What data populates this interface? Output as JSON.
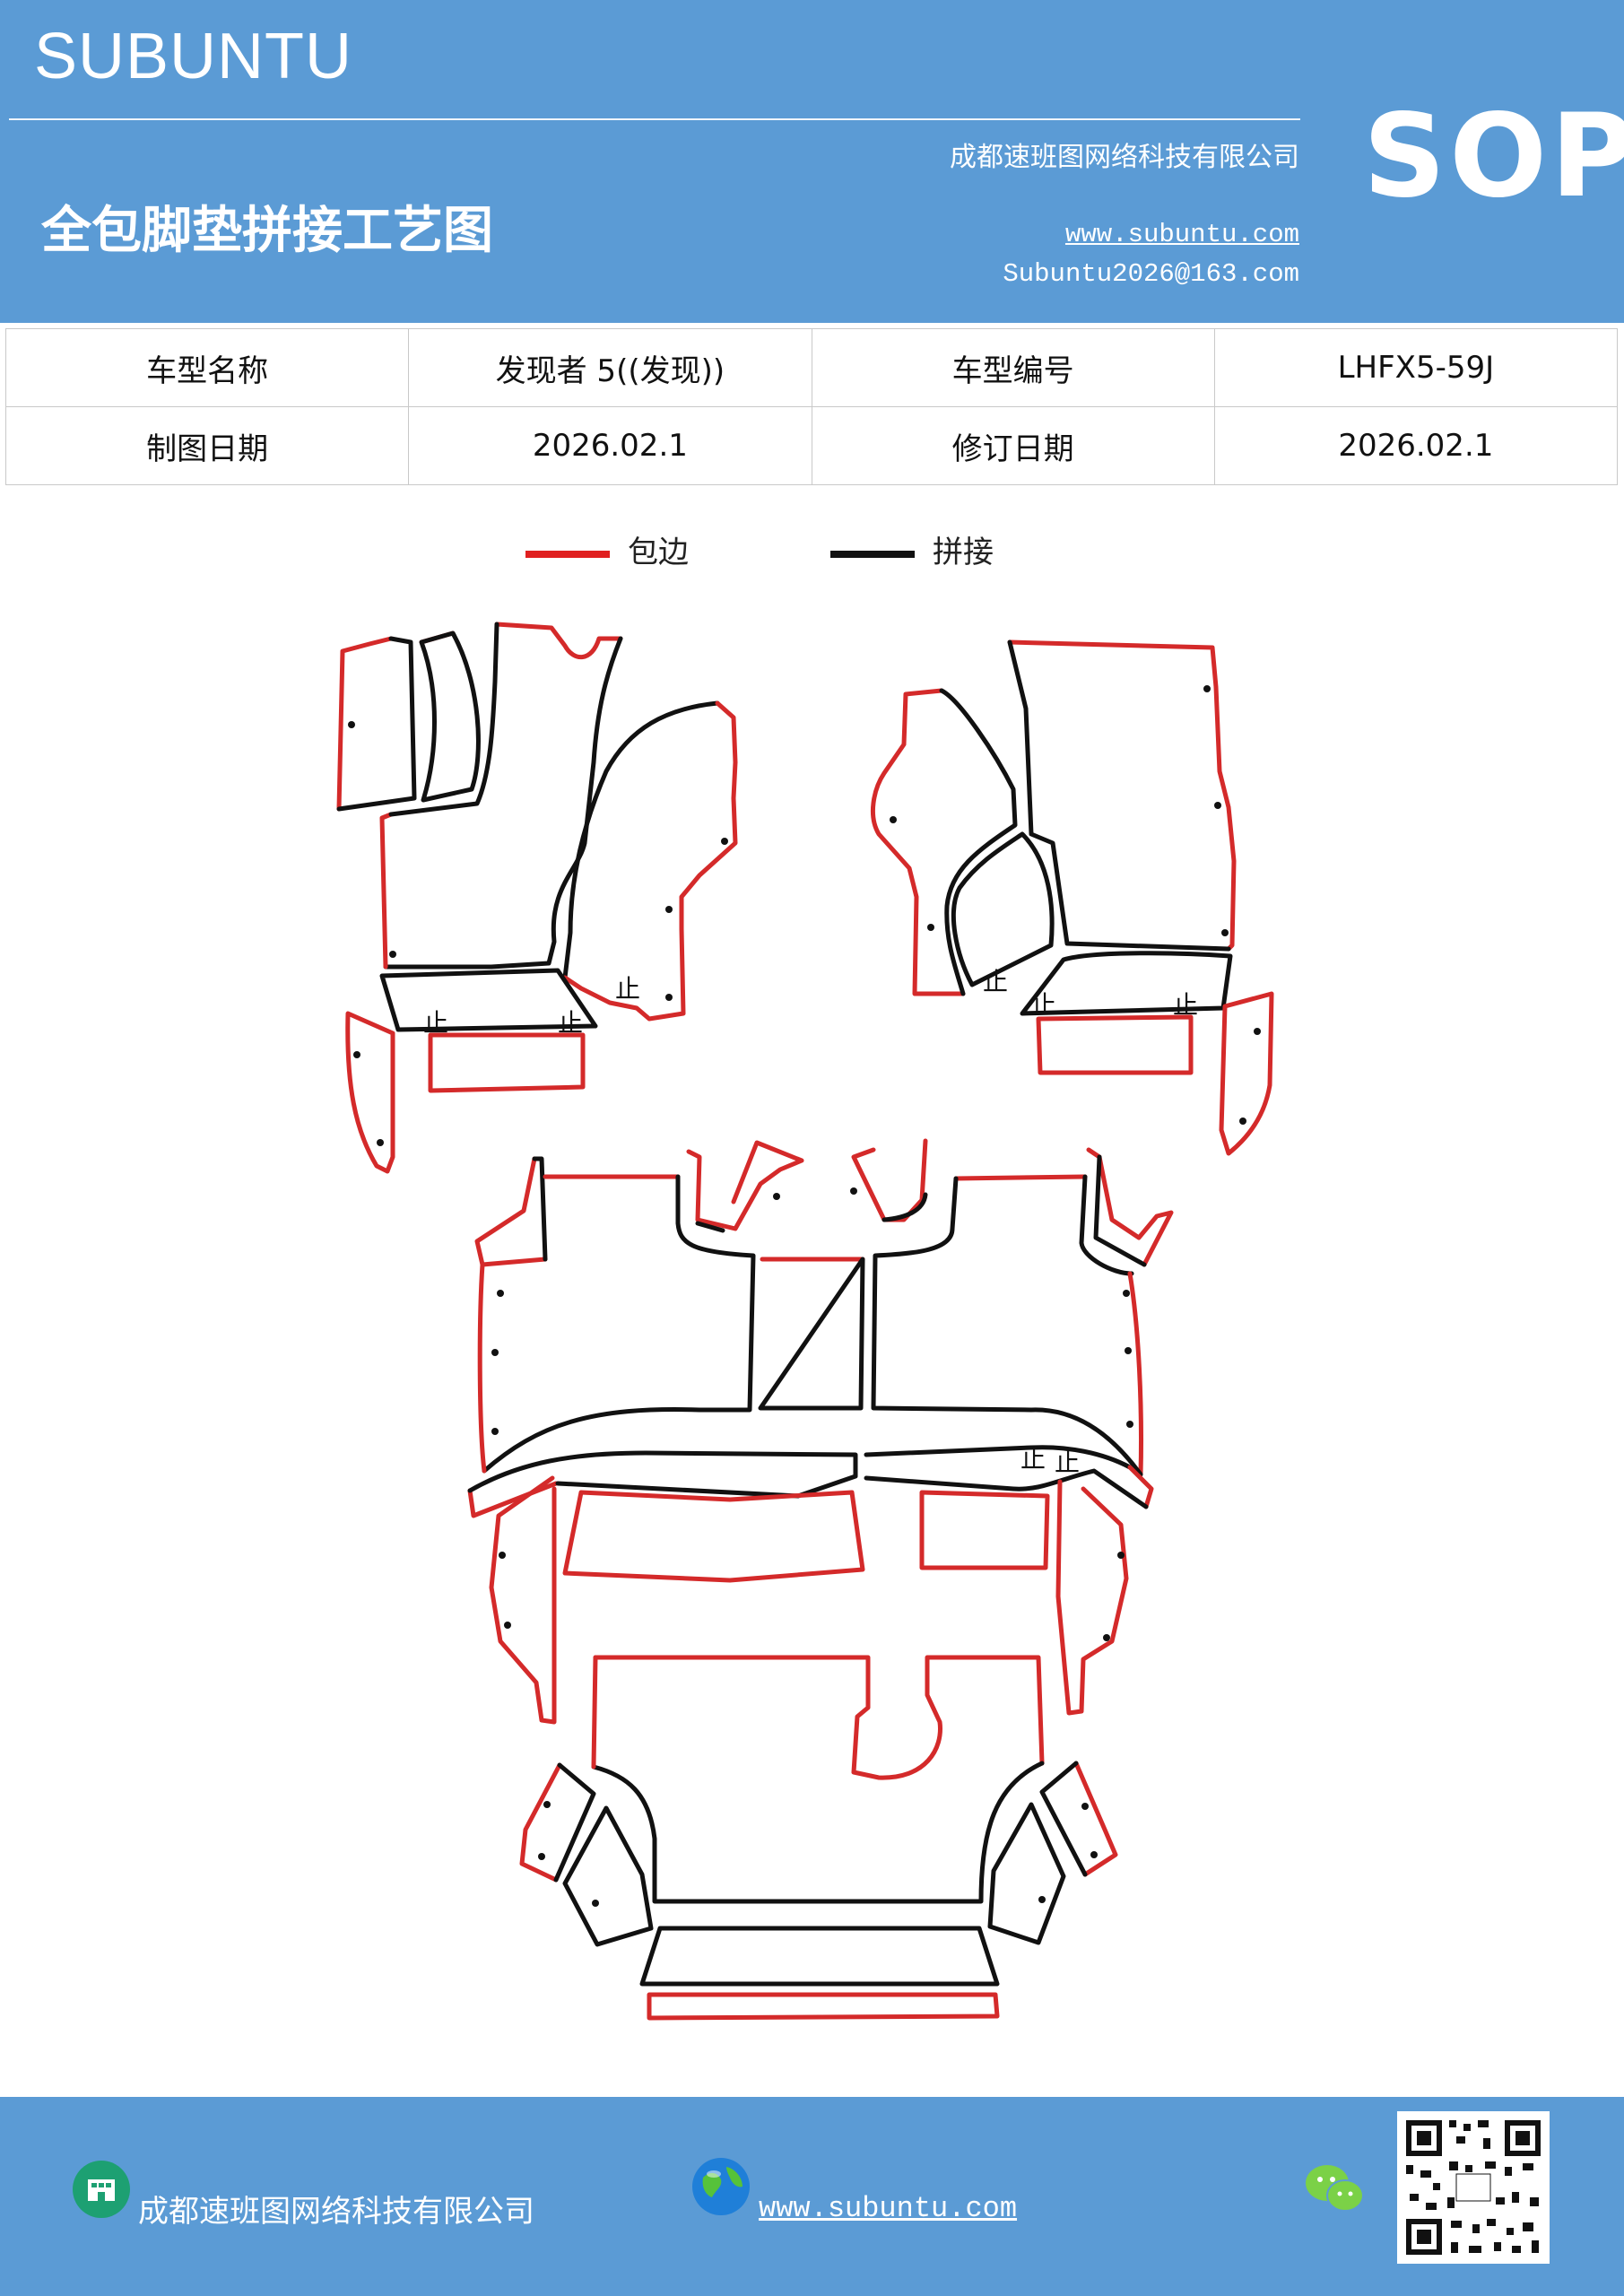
{
  "header": {
    "brand": "SUBUNTU",
    "company": "成都速班图网络科技有限公司",
    "title": "全包脚垫拼接工艺图",
    "website": "www.subuntu.com",
    "email": "Subuntu2026@163.com",
    "badge": "SOP",
    "bg_color": "#5b9bd5"
  },
  "info_table": {
    "rows": [
      [
        "车型名称",
        "发现者 5((发现))",
        "车型编号",
        "LHFX5-59J"
      ],
      [
        "制图日期",
        "2026.02.1",
        "修订日期",
        "2026.02.1"
      ]
    ]
  },
  "legend": [
    {
      "label": "包边",
      "color": "#e02020"
    },
    {
      "label": "拼接",
      "color": "#111111"
    }
  ],
  "diagram": {
    "edge_color": "#d42a2a",
    "seam_color": "#111111",
    "stop_mark": "止"
  },
  "footer": {
    "company": "成都速班图网络科技有限公司",
    "website": "www.subuntu.com ",
    "icons": [
      "building-icon",
      "globe-icon",
      "wechat-icon",
      "qr-code"
    ]
  }
}
